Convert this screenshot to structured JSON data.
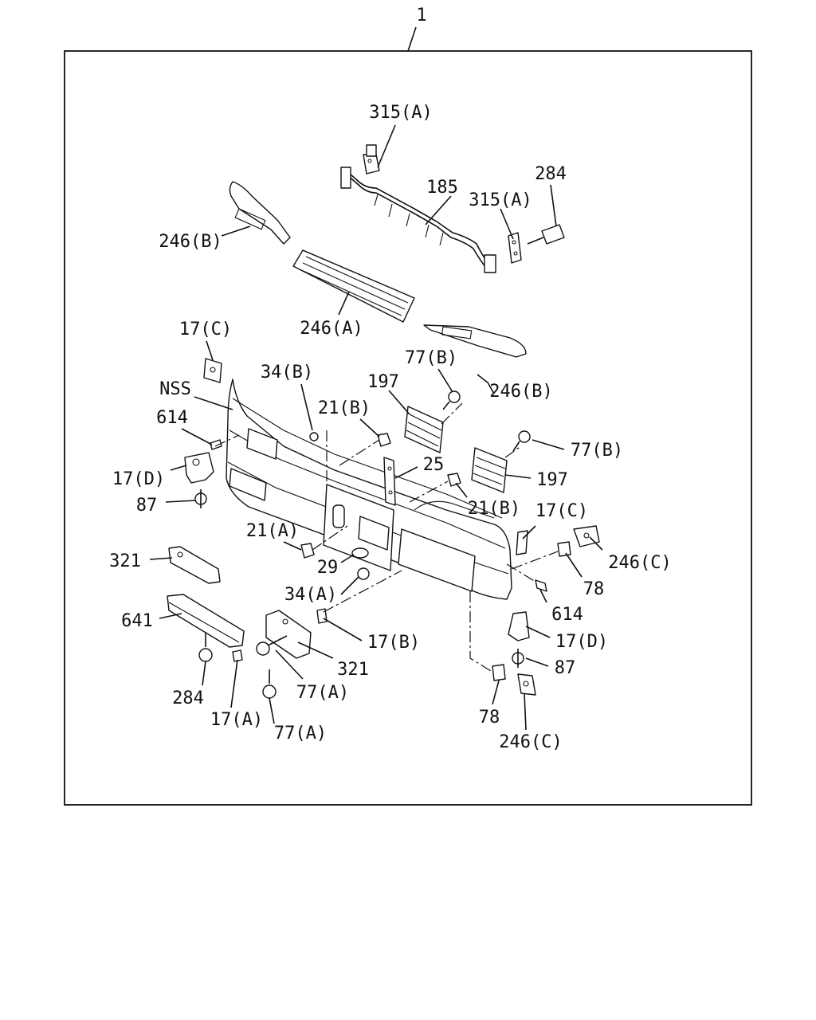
{
  "diagram": {
    "assembly_number": "1",
    "colors": {
      "ink": "#111111",
      "paper": "#ffffff"
    },
    "callouts": [
      {
        "id": "c315a-top",
        "text": "315(A)"
      },
      {
        "id": "c185",
        "text": "185"
      },
      {
        "id": "c284-top",
        "text": "284"
      },
      {
        "id": "c315a-right",
        "text": "315(A)"
      },
      {
        "id": "c246b-left",
        "text": "246(B)"
      },
      {
        "id": "c246a",
        "text": "246(A)"
      },
      {
        "id": "c17c-left",
        "text": "17(C)"
      },
      {
        "id": "c77b-top",
        "text": "77(B)"
      },
      {
        "id": "c246b-right",
        "text": "246(B)"
      },
      {
        "id": "cnss",
        "text": "NSS"
      },
      {
        "id": "c34b",
        "text": "34(B)"
      },
      {
        "id": "c197-left",
        "text": "197"
      },
      {
        "id": "c21b-top",
        "text": "21(B)"
      },
      {
        "id": "c614-left",
        "text": "614"
      },
      {
        "id": "c77b-right",
        "text": "77(B)"
      },
      {
        "id": "c25",
        "text": "25"
      },
      {
        "id": "c17d-left",
        "text": "17(D)"
      },
      {
        "id": "c197-right",
        "text": "197"
      },
      {
        "id": "c87-left",
        "text": "87"
      },
      {
        "id": "c21b-right",
        "text": "21(B)"
      },
      {
        "id": "c17c-right",
        "text": "17(C)"
      },
      {
        "id": "c21a",
        "text": "21(A)"
      },
      {
        "id": "c246c-right",
        "text": "246(C)"
      },
      {
        "id": "c321-left",
        "text": "321"
      },
      {
        "id": "c29",
        "text": "29"
      },
      {
        "id": "c78-right",
        "text": "78"
      },
      {
        "id": "c34a",
        "text": "34(A)"
      },
      {
        "id": "c614-right",
        "text": "614"
      },
      {
        "id": "c641",
        "text": "641"
      },
      {
        "id": "c17b",
        "text": "17(B)"
      },
      {
        "id": "c17d-right",
        "text": "17(D)"
      },
      {
        "id": "c321-bottom",
        "text": "321"
      },
      {
        "id": "c87-right",
        "text": "87"
      },
      {
        "id": "c77a-mid",
        "text": "77(A)"
      },
      {
        "id": "c284-bottom",
        "text": "284"
      },
      {
        "id": "c17a",
        "text": "17(A)"
      },
      {
        "id": "c77a-bottom",
        "text": "77(A)"
      },
      {
        "id": "c78-bottom",
        "text": "78"
      },
      {
        "id": "c246c-bottom",
        "text": "246(C)"
      }
    ]
  }
}
